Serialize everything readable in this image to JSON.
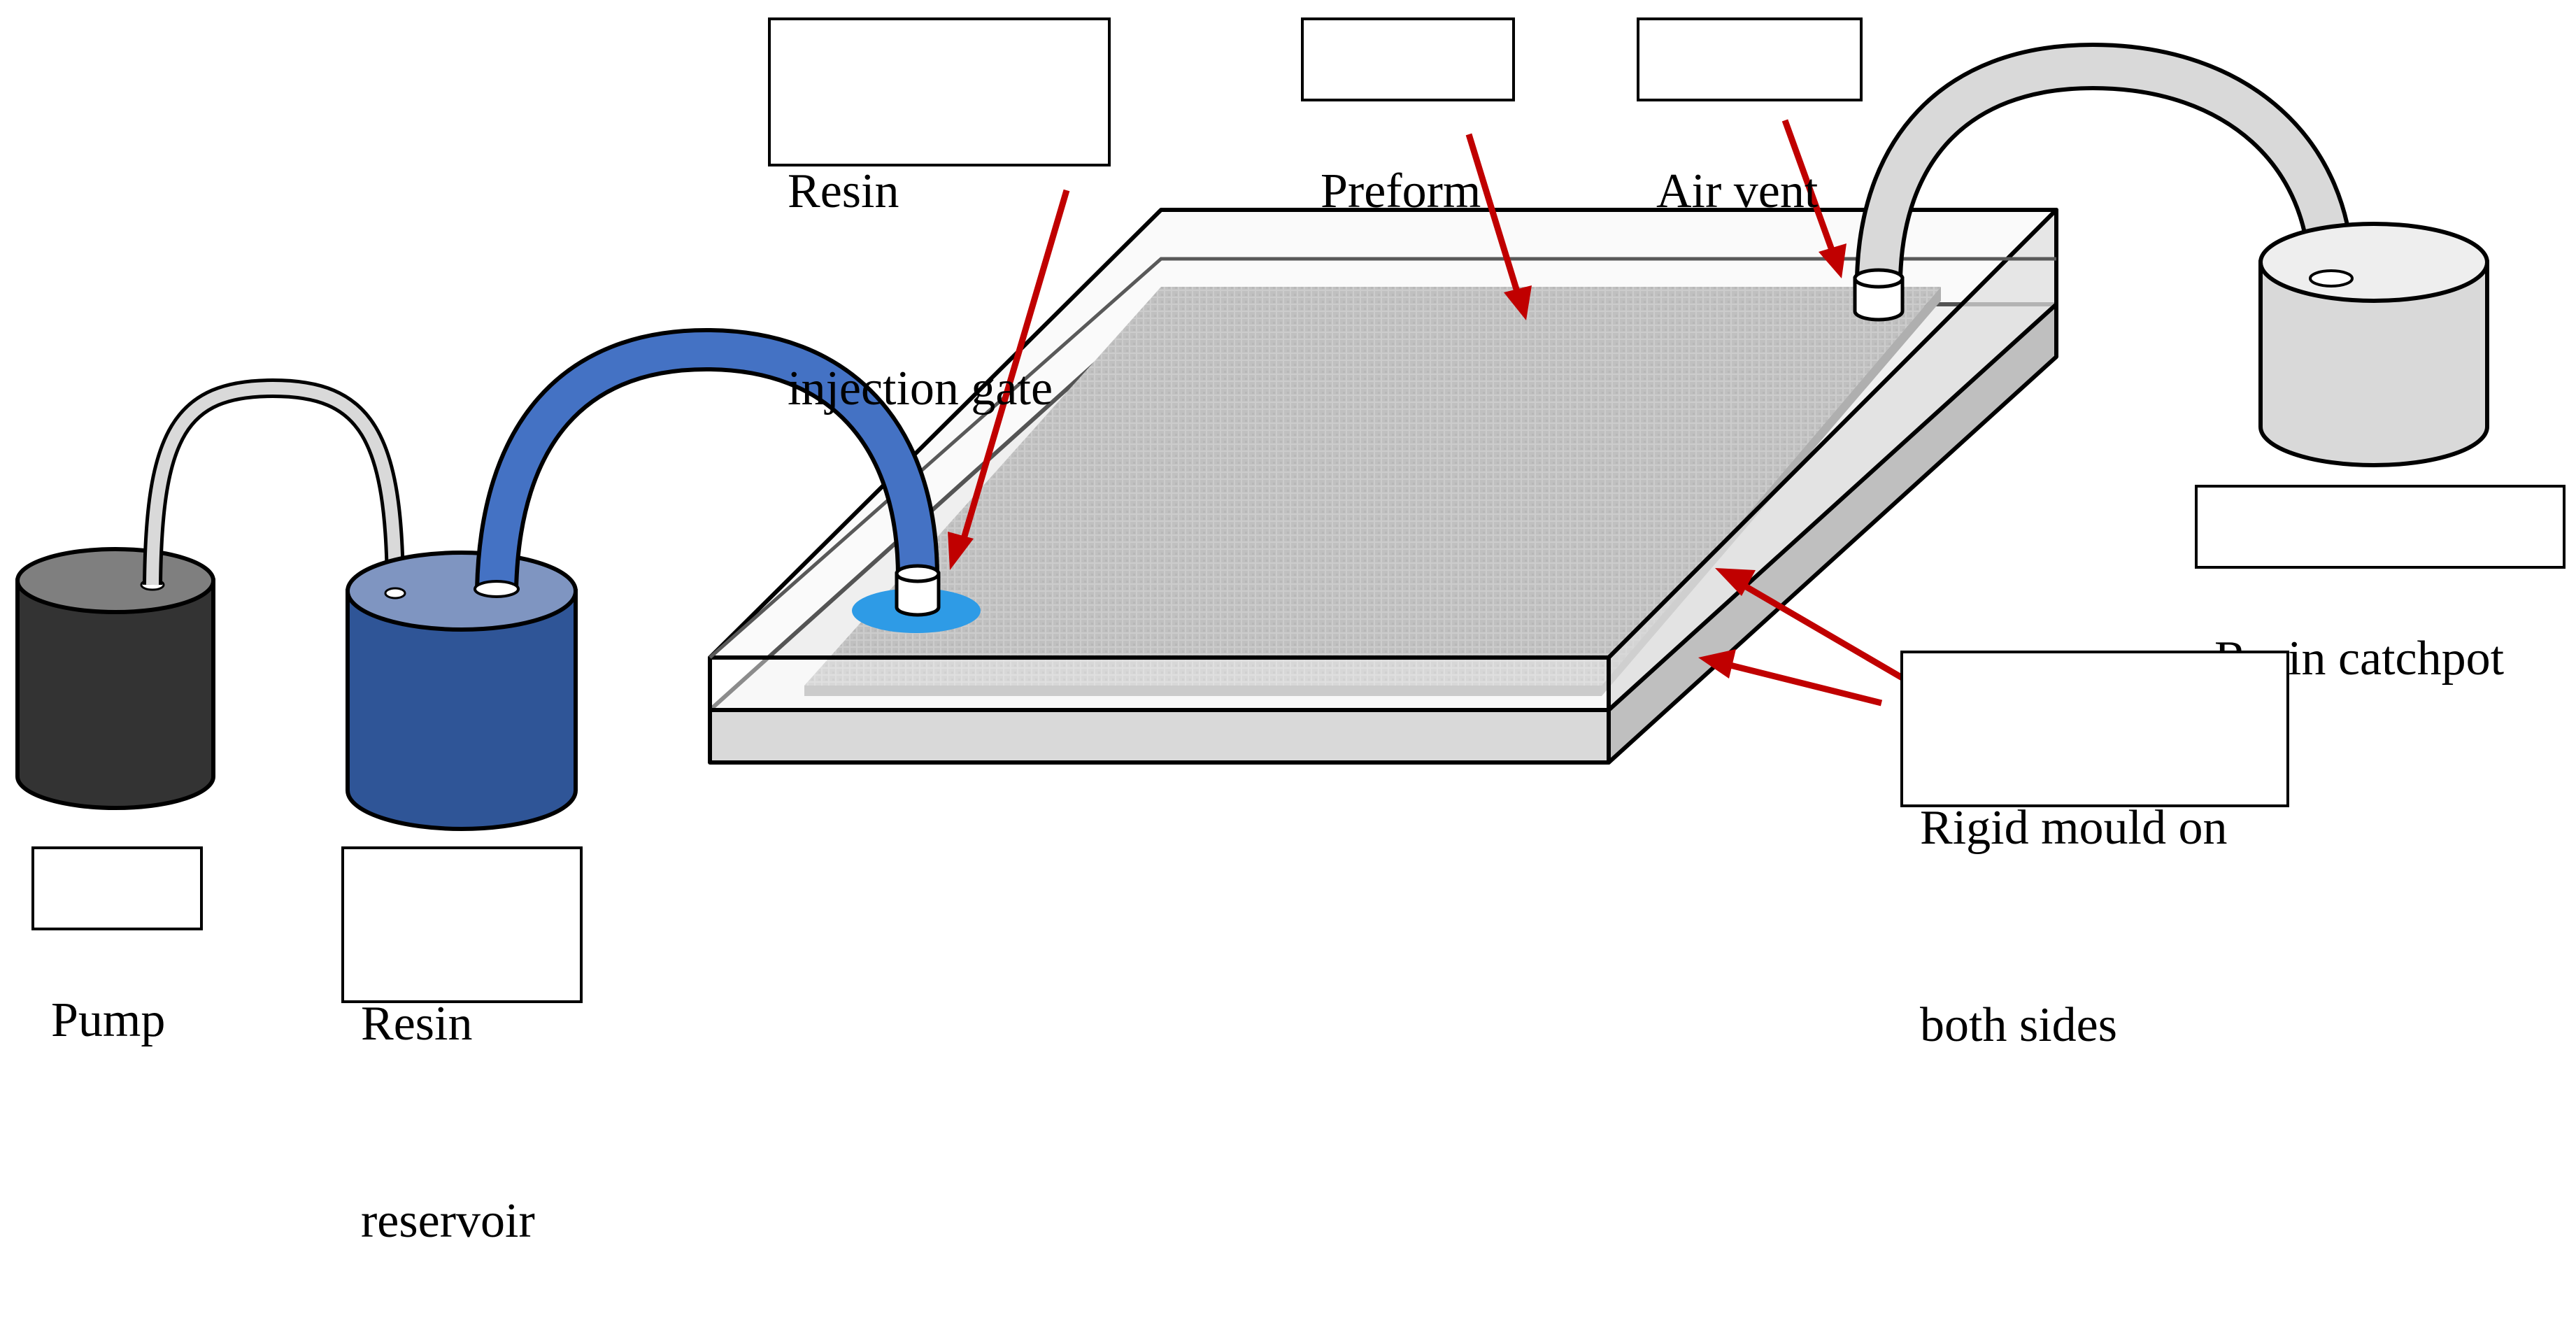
{
  "colors": {
    "pump": "#333333",
    "reservoir": "#2f5597",
    "reservoir_top": "#7f95c1",
    "blue_tube": "#4472c4",
    "resin_spot": "#2e9be6",
    "grey_tube": "#d9d9d9",
    "preform": "#a6a6a6",
    "mould_side": "#d9d9d9",
    "arrow": "#c00000"
  },
  "labels": {
    "resin_injection_gate": [
      "Resin",
      "injection gate"
    ],
    "preform": [
      "Preform"
    ],
    "air_vent": [
      "Air vent"
    ],
    "resin_catchpot": [
      "Resin catchpot"
    ],
    "rigid_mould": [
      "Rigid mould on",
      "both sides"
    ],
    "pump": [
      "Pump"
    ],
    "resin_reservoir": [
      "Resin",
      "reservoir"
    ]
  }
}
